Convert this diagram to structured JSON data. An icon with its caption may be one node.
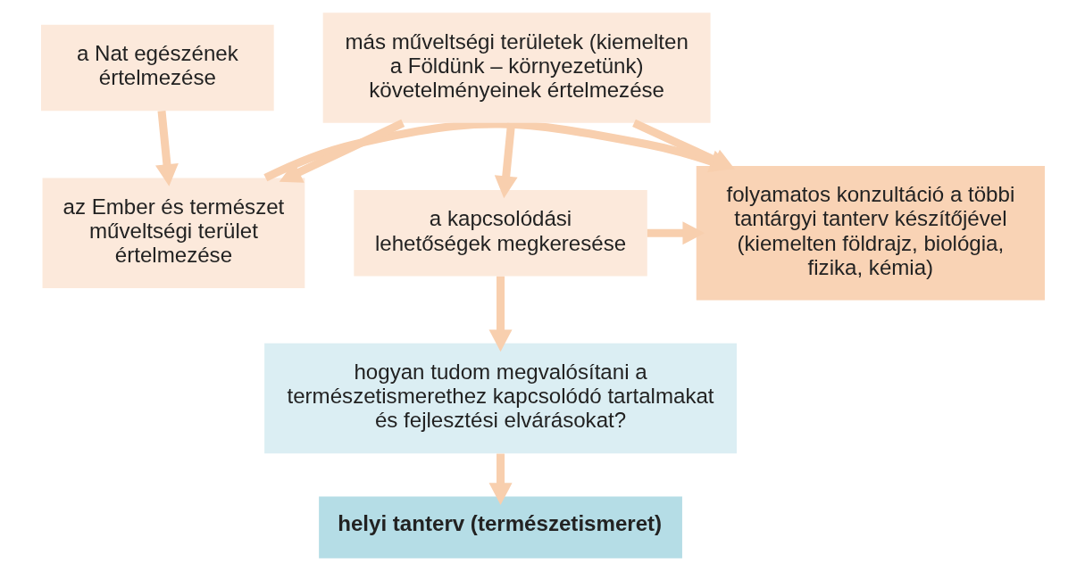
{
  "diagram": {
    "nodes": [
      {
        "text": [
          "helyi tanterv (természetismeret)"
        ]
      },
      {
        "text": [
          "hogyan tudom megvalósítani a természetismerethez kapcsolódó tartalmakat és fejlesztési elvárásokat?"
        ]
      },
      {
        "text": [
          "a Nat egészének értelmezése"
        ]
      },
      {
        "text": [
          "az Ember és természet műveltségi terület értelmezése"
        ]
      },
      {
        "text": [
          "folyamatos konzultáció a többi tantárgyi tanterv készítőjével (kiemelten földrajz, biológia, fizika, kémia)"
        ]
      },
      {
        "text": [
          "a kapcsolódási lehetőségek megkeresése"
        ]
      },
      {
        "text": [
          "más műveltségi területek (kiemelten a Földünk – környezetünk) követelményeinek értelmezése"
        ]
      }
    ],
    "edges": [
      {
        "from": 2,
        "to": 3,
        "arrow": "to"
      },
      {
        "from": 3,
        "to": 4,
        "arrow": "to"
      },
      {
        "from": 5,
        "to": 4,
        "arrow": "to"
      },
      {
        "from": 6,
        "to": 4,
        "arrow": "to"
      },
      {
        "from": 6,
        "to": 3,
        "arrow": "to"
      },
      {
        "from": 6,
        "to": 5,
        "arrow": "to"
      },
      {
        "from": 5,
        "to": 1,
        "arrow": "to"
      },
      {
        "from": 1,
        "to": 0,
        "arrow": "to"
      }
    ]
  }
}
